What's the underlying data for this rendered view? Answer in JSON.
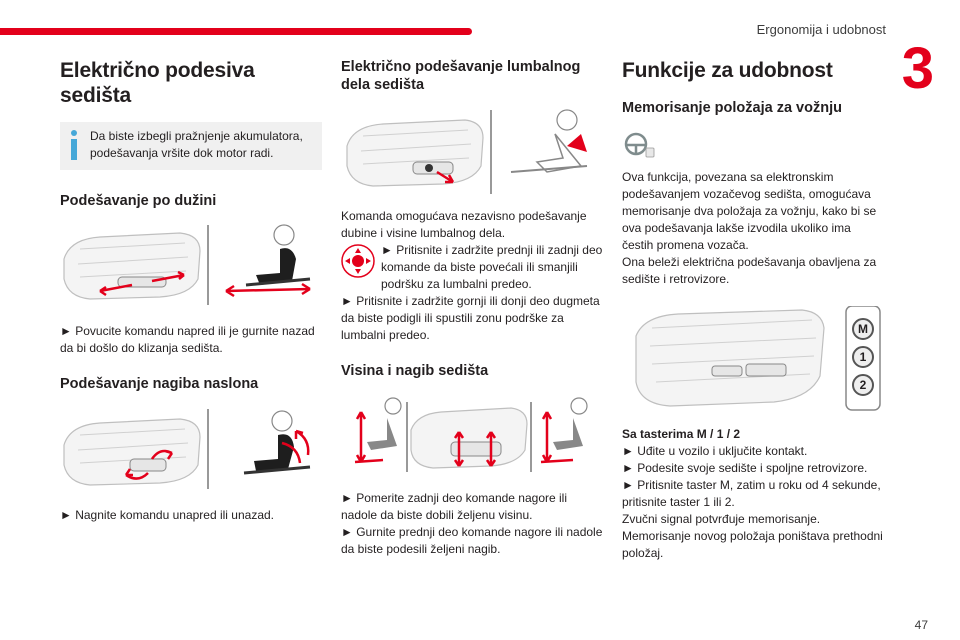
{
  "header": {
    "section_title": "Ergonomija i udobnost",
    "chapter": "3"
  },
  "page": {
    "number": "47"
  },
  "col1": {
    "title": "Električno podesiva sedišta",
    "info": "Da biste izbegli pražnjenje akumulatora, podešavanja vršite dok motor radi.",
    "sec1_title": "Podešavanje po dužini",
    "sec1_text": "► Povucite komandu napred ili je gurnite nazad da bi došlo do klizanja sedišta.",
    "sec2_title": "Podešavanje nagiba naslona",
    "sec2_text": "► Nagnite komandu unapred ili unazad."
  },
  "col2": {
    "title": "Električno podešavanje lumbalnog dela sedišta",
    "p1": "Komanda omogućava nezavisno podešavanje dubine i visine lumbalnog dela.",
    "p2": "► Pritisnite i zadržite prednji ili zadnji deo komande da biste povećali ili smanjili podršku za lumbalni predeo.",
    "p3": "► Pritisnite i zadržite gornji ili donji deo dugmeta da biste podigli ili spustili zonu podrške za lumbalni predeo.",
    "sec_title": "Visina i nagib sedišta",
    "p4": "► Pomerite zadnji deo komande nagore ili nadole da biste dobili željenu visinu.",
    "p5": "► Gurnite prednji deo komande nagore ili nadole da biste podesili željeni nagib."
  },
  "col3": {
    "title": "Funkcije za udobnost",
    "sub_title": "Memorisanje položaja za vožnju",
    "p1": "Ova funkcija, povezana sa elektronskim podešavanjem vozačevog sedišta, omogućava memorisanje dva položaja za vožnju, kako bi se ova podešavanja lakše izvodila ukoliko ima čestih promena vozača.",
    "p2": "Ona beleži električna podešavanja obavljena za sedište i retrovizore.",
    "buttons": [
      "M",
      "1",
      "2"
    ],
    "bold_line": "Sa tasterima M / 1 / 2",
    "s1": "► Uđite u vozilo i uključite kontakt.",
    "s2": "► Podesite svoje sedište i spoljne retrovizore.",
    "s3": "► Pritisnite taster M, zatim u roku od 4 sekunde, pritisnite taster 1 ili 2.",
    "s4": "Zvučni signal potvrđuje memorisanje.",
    "s5": "Memorisanje novog položaja poništava prethodni položaj."
  },
  "colors": {
    "accent": "#e3001b",
    "info": "#46a8d8"
  }
}
